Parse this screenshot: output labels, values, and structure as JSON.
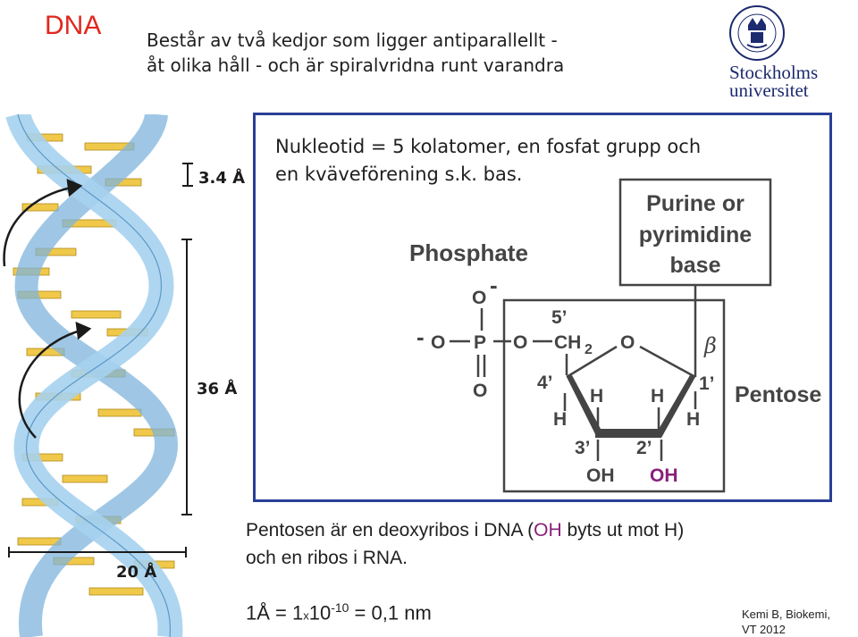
{
  "title": "DNA",
  "subtitle": {
    "line1": "Består av två kedjor som ligger antiparallellt -",
    "line2": "åt olika håll - och är spiralvridna runt varandra"
  },
  "logo": {
    "line1": "Stockholms",
    "line2": "universitet",
    "seal_icon": "university-seal-icon"
  },
  "helix": {
    "label_top": "3.4 Å",
    "label_mid": "36 Å",
    "label_bottom": "20 Å",
    "strand_color": "#9ccbe9",
    "base_color": "#f0c84a"
  },
  "intro": {
    "line1": "Nukleotid = 5 kolatomer, en fosfat grupp och",
    "line2": "en kväveförening s.k. bas."
  },
  "chemistry": {
    "phosphate_label": "Phosphate",
    "base_box_line1": "Purine  or",
    "base_box_line2": "pyrimidine",
    "base_box_line3": "base",
    "pentose_label": "Pentose",
    "beta": "β",
    "o_minus_top": "O",
    "o_left": "O",
    "p": "P",
    "o_bridge": "O",
    "ch2": "CH",
    "ch2_sub": "2",
    "o_ring": "O",
    "o_double": "O",
    "c5": "5’",
    "c4": "4’",
    "c3": "3’",
    "c2": "2’",
    "c1": "1’",
    "h_c4_down": "H",
    "h_c3_up": "H",
    "h_c2_up": "H",
    "h_c1_down": "H",
    "oh_c3": "OH",
    "oh_c2": "OH",
    "minus": "-"
  },
  "bottom": {
    "line1_pre": "Pentosen är en deoxyribos i DNA (",
    "line1_oh": "OH",
    "line1_post": " byts ut mot H)",
    "line2": "och en ribos i RNA.",
    "formula_pre": "1Å = 1",
    "formula_x": "x",
    "formula_mid": "10",
    "formula_exp": "-10",
    "formula_post": " = 0,1 nm"
  },
  "footer": {
    "line1": "Kemi B, Biokemi,",
    "line2": "VT 2012"
  },
  "colors": {
    "title": "#e0281e",
    "frame": "#2a3f96",
    "oh_highlight": "#8a1f7a"
  }
}
